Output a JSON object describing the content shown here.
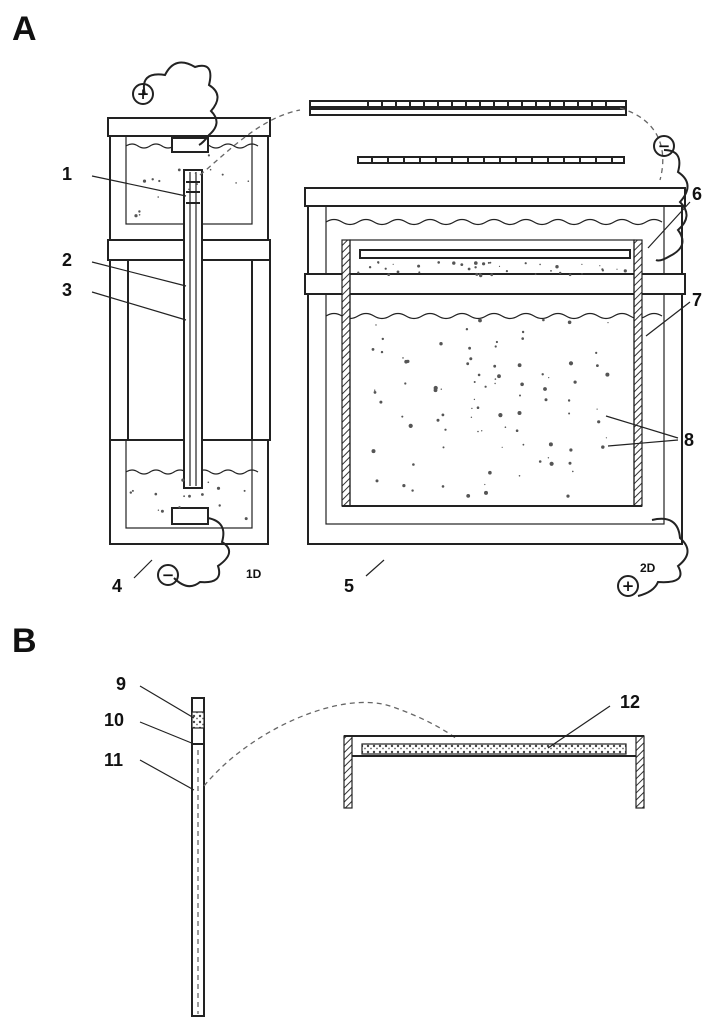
{
  "panels": {
    "a": "A",
    "b": "B"
  },
  "callouts": {
    "c1": "1",
    "c2": "2",
    "c3": "3",
    "c4": "4",
    "c5": "5",
    "c6": "6",
    "c7": "7",
    "c8": "8",
    "c9": "9",
    "c10": "10",
    "c11": "11",
    "c12": "12"
  },
  "tags": {
    "left": "1D",
    "right": "2D"
  },
  "signs": {
    "plus": "+",
    "minus": "−"
  }
}
